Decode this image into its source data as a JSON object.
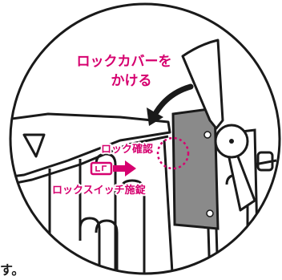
{
  "labels": {
    "cover_line1": "ロックカバーを",
    "cover_line2": "かける",
    "lock_check": "ロック確認",
    "switch_lock": "ロックスイッチ施錠",
    "footer_fragment": "す。"
  },
  "colors": {
    "accent": "#d6006f",
    "outline": "#1a1a1a",
    "panel_gray": "#8a8a8a",
    "background": "#ffffff"
  },
  "icons": [
    "curved-arrow-icon",
    "switch-icon",
    "right-arrow-icon"
  ]
}
